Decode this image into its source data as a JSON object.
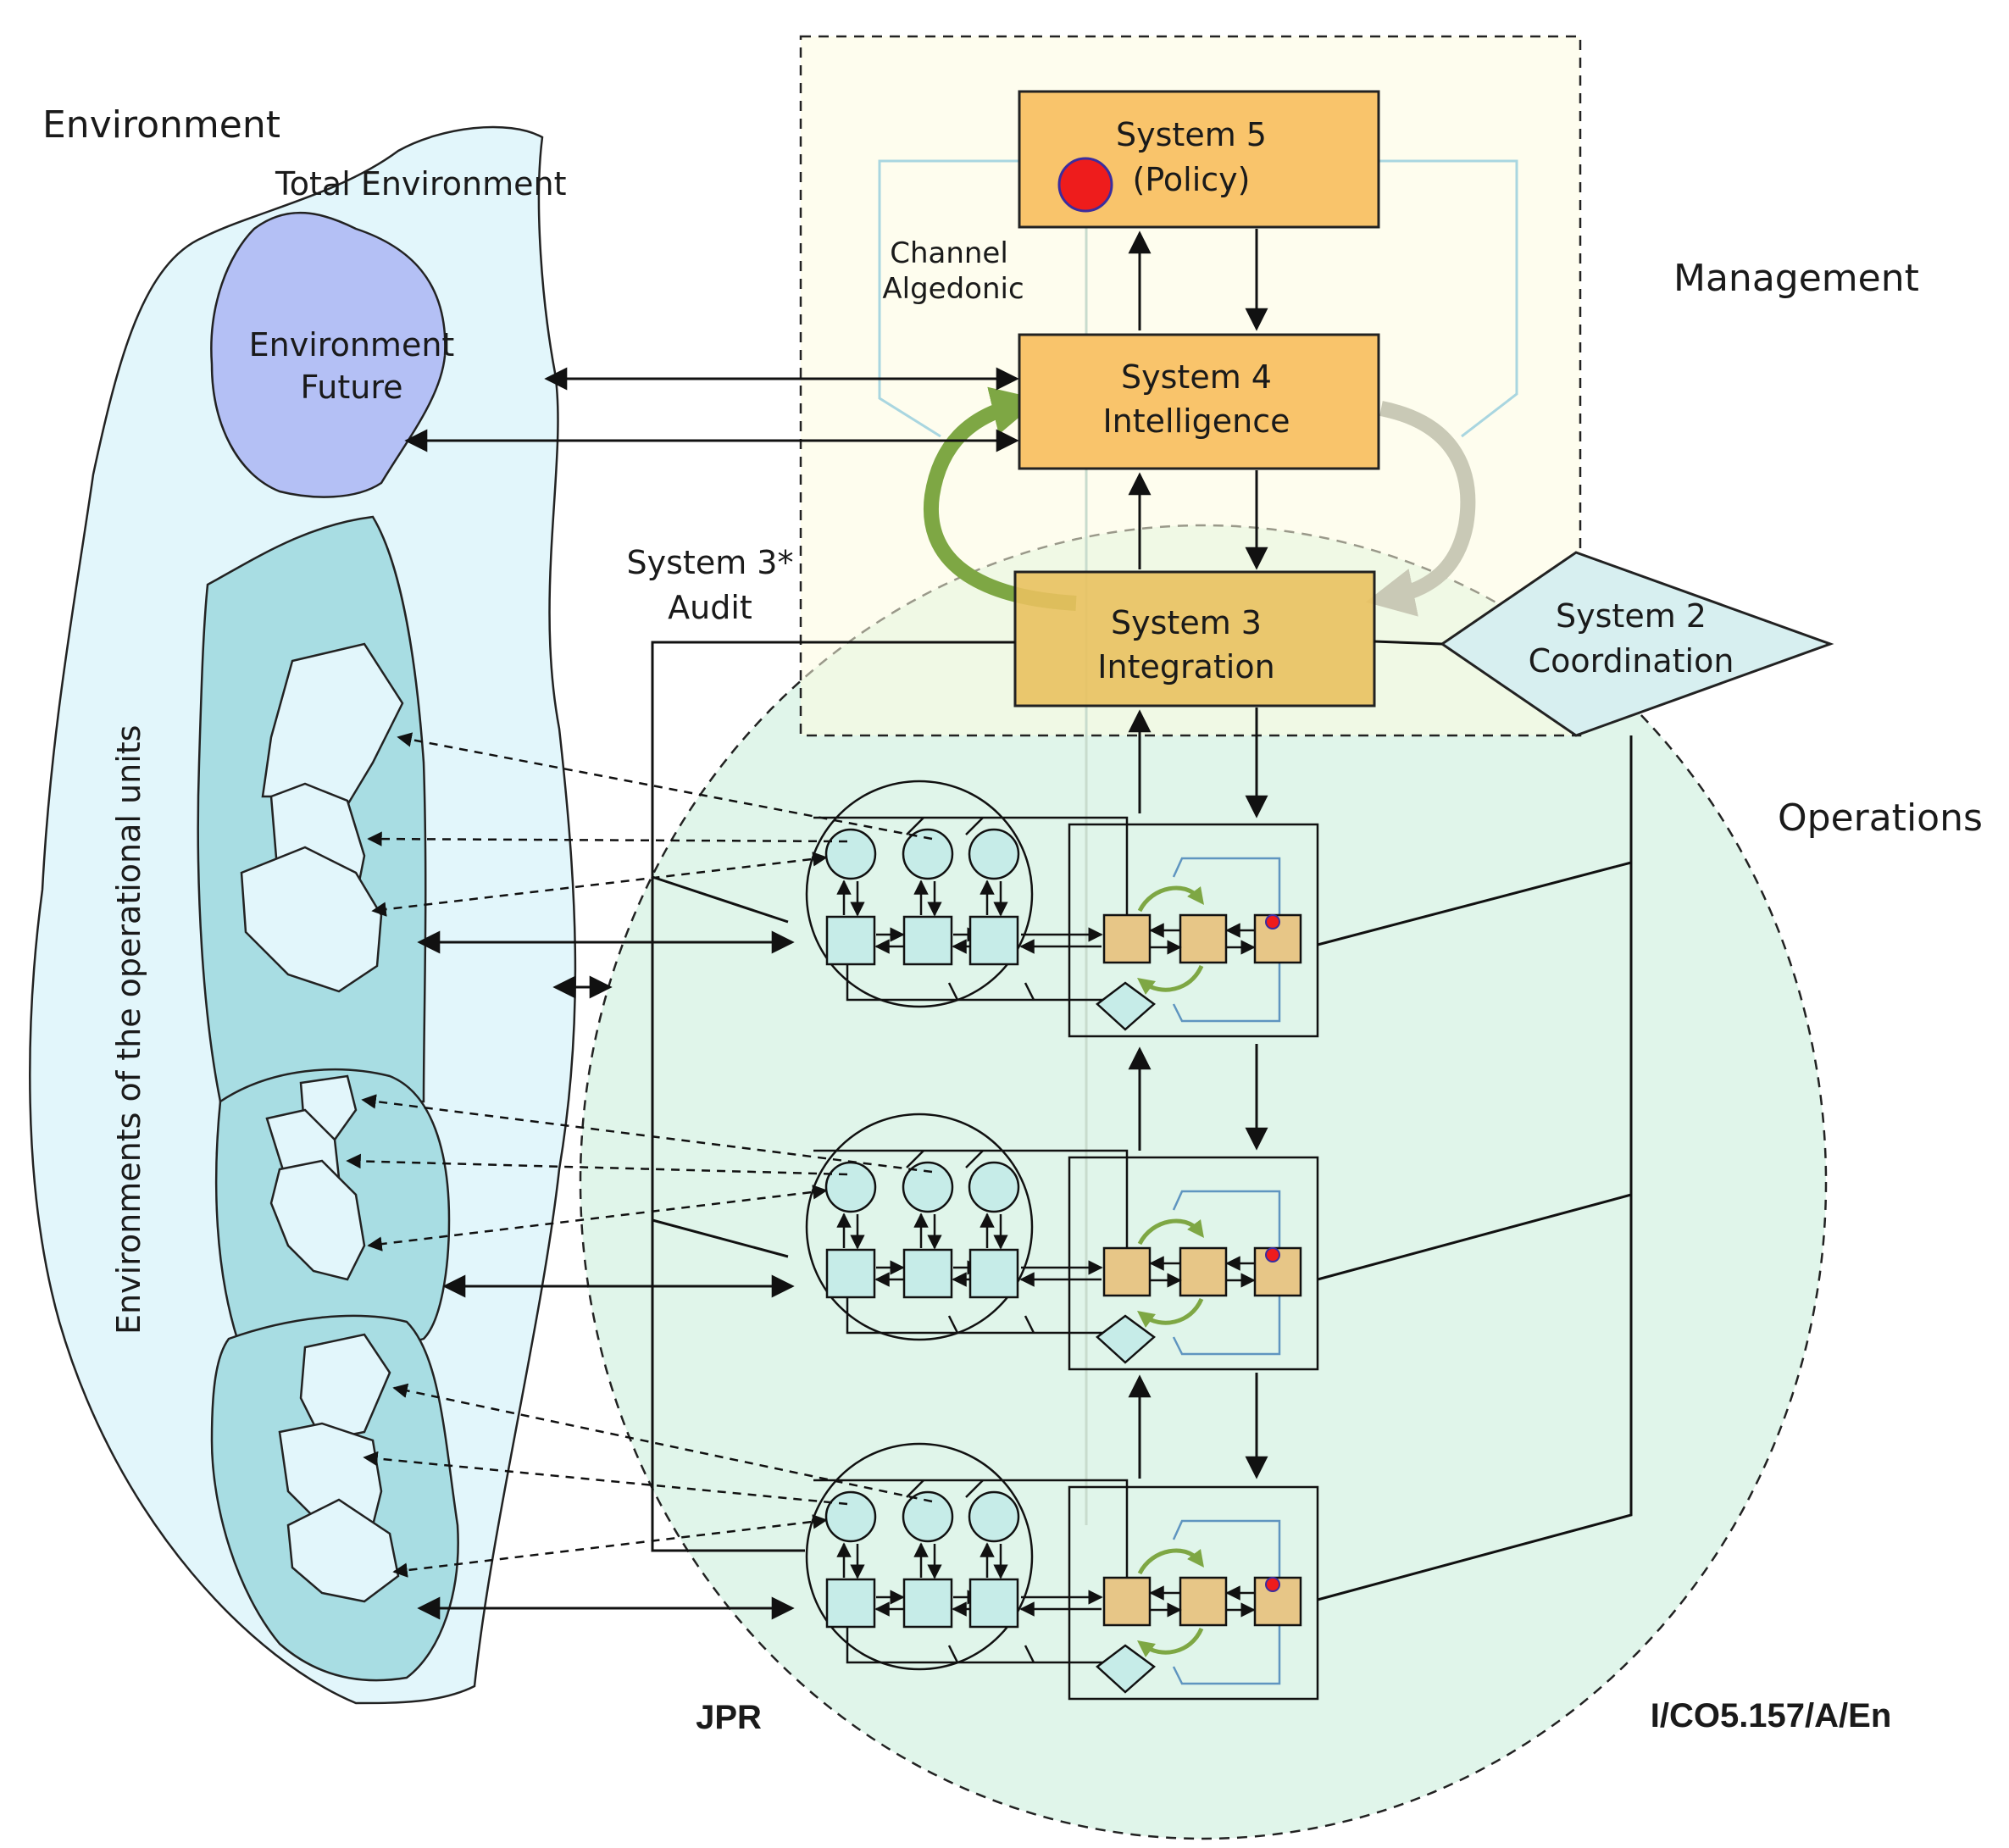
{
  "labels": {
    "environment": "Environment",
    "total_environment": "Total Environment",
    "future_environment_line1": "Environment",
    "future_environment_line2": "Future",
    "operational_environments": "Environments of the operational units",
    "management": "Management",
    "operations": "Operations",
    "algedonic_line1": "Channel",
    "algedonic_line2": "Algedonic",
    "audit_line1": "System 3*",
    "audit_line2": "Audit",
    "jpr": "JPR",
    "code": "I/CO5.157/A/En"
  },
  "systems": {
    "s5": {
      "line1": "System 5",
      "line2": "(Policy)"
    },
    "s4": {
      "line1": "System 4",
      "line2": "Intelligence"
    },
    "s3": {
      "line1": "System 3",
      "line2": "Integration"
    },
    "s2": {
      "line1": "System 2",
      "line2": "Coordination"
    }
  },
  "colors": {
    "system_box": "#f9c46b",
    "management_zone": "#fdfbe0",
    "operations_zone": "#e0f5ea",
    "total_environment": "#e2f6fb",
    "operational_environment": "#a8dde3",
    "future_environment": "#b4c0f5",
    "unit_shape": "#c6ece8",
    "unit_box": "#e7c687",
    "algedonic_signal": "#ee1c1c",
    "green_loop": "#7ea744",
    "grey_loop": "#c9c9b6"
  }
}
